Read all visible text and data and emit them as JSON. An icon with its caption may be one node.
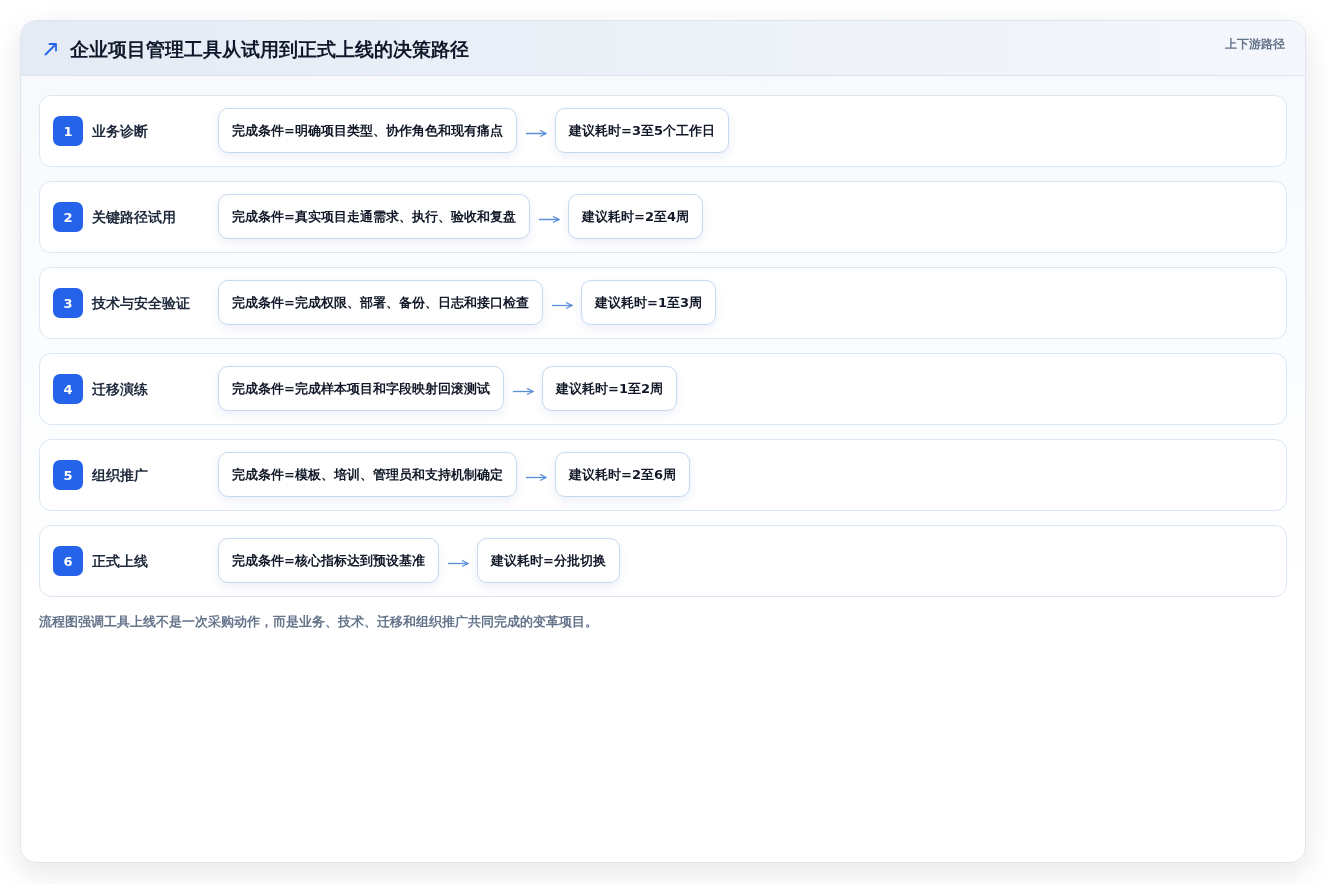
{
  "diagram": {
    "title": "企业项目管理工具从试用到正式上线的决策路径",
    "caption": "流程图强调工具上线不是一次采购动作，而是业务、技术、迁移和组织推广共同完成的变革项目。",
    "nodes": [
      {
        "text": [
          "业务诊断"
        ]
      },
      {
        "text": [
          "1"
        ],
        "in": 0
      },
      {
        "text": [
          "完成条件=明确项目类型、协作角色和现有痛点"
        ],
        "in": 0
      },
      {
        "text": [
          "建议耗时=3至5个工作日"
        ],
        "in": 0
      },
      {
        "text": [
          "关键路径试用"
        ]
      },
      {
        "text": [
          "2"
        ],
        "in": 4
      },
      {
        "text": [
          "完成条件=真实项目走通需求、执行、验收和复盘"
        ],
        "in": 4
      },
      {
        "text": [
          "建议耗时=2至4周"
        ],
        "in": 4
      },
      {
        "text": [
          "技术与安全验证"
        ]
      },
      {
        "text": [
          "3"
        ],
        "in": 8
      },
      {
        "text": [
          "完成条件=完成权限、部署、备份、日志和接口检查"
        ],
        "in": 8
      },
      {
        "text": [
          "建议耗时=1至3周"
        ],
        "in": 8
      },
      {
        "text": [
          "迁移演练"
        ]
      },
      {
        "text": [
          "4"
        ],
        "in": 12
      },
      {
        "text": [
          "完成条件=完成样本项目和字段映射回滚测试"
        ],
        "in": 12
      },
      {
        "text": [
          "建议耗时=1至2周"
        ],
        "in": 12
      },
      {
        "text": [
          "组织推广"
        ]
      },
      {
        "text": [
          "5"
        ],
        "in": 16
      },
      {
        "text": [
          "完成条件=模板、培训、管理员和支持机制确定"
        ],
        "in": 16
      },
      {
        "text": [
          "建议耗时=2至6周"
        ],
        "in": 16
      },
      {
        "text": [
          "正式上线"
        ]
      },
      {
        "text": [
          "6"
        ],
        "in": 20
      },
      {
        "text": [
          "完成条件=核心指标达到预设基准"
        ],
        "in": 20
      },
      {
        "text": [
          "建议耗时=分批切换"
        ],
        "in": 20
      }
    ],
    "edges": [
      {
        "from": 2,
        "to": 3,
        "arrow": "to"
      },
      {
        "from": 6,
        "to": 7,
        "arrow": "to"
      },
      {
        "from": 10,
        "to": 11,
        "arrow": "to"
      },
      {
        "from": 14,
        "to": 15,
        "arrow": "to"
      },
      {
        "from": 18,
        "to": 19,
        "arrow": "to"
      },
      {
        "from": 22,
        "to": 23,
        "arrow": "to"
      }
    ],
    "labels": [
      "上下游路径"
    ]
  }
}
